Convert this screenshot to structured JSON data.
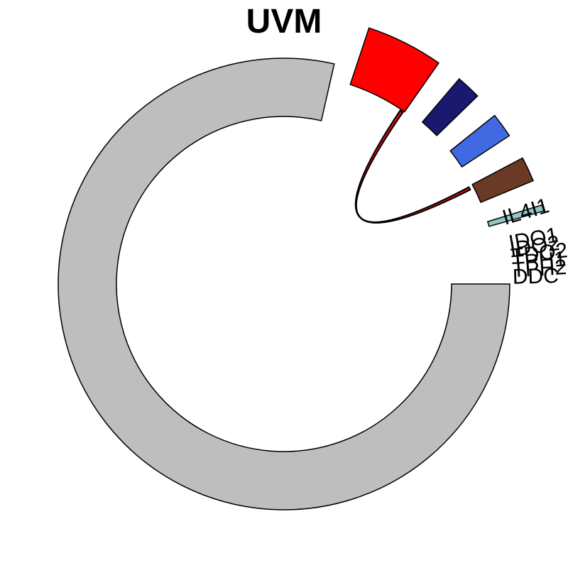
{
  "chart_data": {
    "type": "chord",
    "title": "UVM",
    "sectors": [
      {
        "name": "",
        "value": 85.0,
        "color": "#bebebe"
      },
      {
        "name": "",
        "value": 5.0,
        "color": "#ff0000"
      },
      {
        "name": "",
        "value": 1.6,
        "color": "#191970"
      },
      {
        "name": "",
        "value": 1.6,
        "color": "#4169e1"
      },
      {
        "name": "",
        "value": 1.6,
        "color": "#6b3a24"
      },
      {
        "name": "IL4I1",
        "value": 0.4,
        "color": "#8fc8c8"
      },
      {
        "name": "IDO1",
        "value": 0.15,
        "color": "#bebebe"
      },
      {
        "name": "IDO2",
        "value": 0.15,
        "color": "#bebebe"
      },
      {
        "name": "TDO2",
        "value": 0.15,
        "color": "#bebebe"
      },
      {
        "name": "TPH1",
        "value": 0.15,
        "color": "#bebebe"
      },
      {
        "name": "TPH2",
        "value": 0.15,
        "color": "#bebebe"
      },
      {
        "name": "DDC",
        "value": 0.15,
        "color": "#bebebe"
      }
    ],
    "links": [
      {
        "from": 1,
        "to": 4,
        "color": "#cc1111"
      }
    ]
  }
}
